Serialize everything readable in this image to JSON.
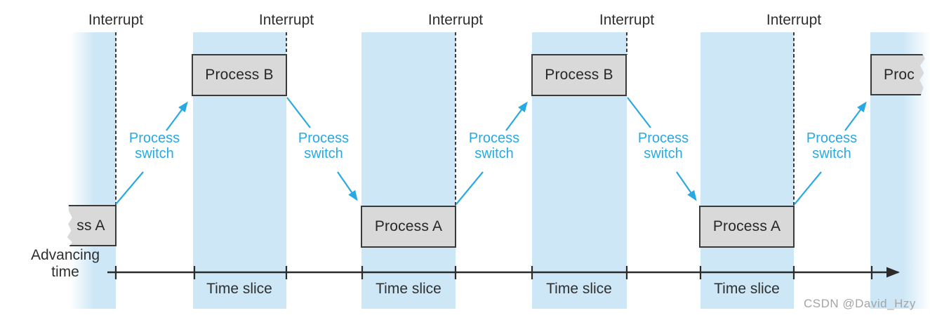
{
  "diagram": {
    "interrupts": [
      {
        "label": "Interrupt"
      },
      {
        "label": "Interrupt"
      },
      {
        "label": "Interrupt"
      },
      {
        "label": "Interrupt"
      },
      {
        "label": "Interrupt"
      }
    ],
    "switches": [
      {
        "label": "Process switch",
        "direction": "up"
      },
      {
        "label": "Process switch",
        "direction": "down"
      },
      {
        "label": "Process switch",
        "direction": "up"
      },
      {
        "label": "Process switch",
        "direction": "down"
      },
      {
        "label": "Process switch",
        "direction": "up"
      }
    ],
    "boxes": [
      {
        "label": "ss A",
        "note": "torn-left partial Process A"
      },
      {
        "label": "Process B"
      },
      {
        "label": "Process A"
      },
      {
        "label": "Process B"
      },
      {
        "label": "Process A"
      },
      {
        "label": "Proc",
        "note": "torn-right partial Process B"
      }
    ],
    "time_slices": [
      {
        "label": "Time slice"
      },
      {
        "label": "Time slice"
      },
      {
        "label": "Time slice"
      },
      {
        "label": "Time slice"
      }
    ],
    "advancing_time_label": "Advancing time",
    "watermark": "CSDN @David_Hzy",
    "colors": {
      "band_blue": "#cde7f7",
      "accent_cyan": "#29a9e2",
      "box_fill": "#d9d9d9",
      "box_border": "#3a3a3a",
      "text_dark": "#2f2f2f",
      "timeline_black": "#2b2b2b",
      "watermark_gray": "#a5a5a5"
    }
  }
}
